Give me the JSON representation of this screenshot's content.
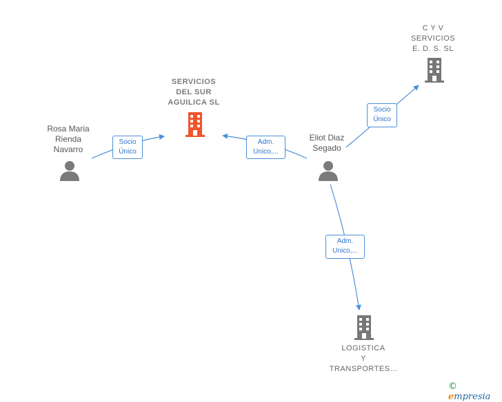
{
  "colors": {
    "edge": "#4a8fd8",
    "person_icon": "#7b7b7b",
    "company_icon": "#777777",
    "main_company_icon": "#f2542d"
  },
  "nodes": {
    "main_company": {
      "label": "SERVICIOS\nDEL SUR\nAGUILICA SL",
      "icon": "building-icon"
    },
    "cyv": {
      "label": "C Y V\nSERVICIOS\nE. D. S. SL",
      "icon": "building-icon"
    },
    "logistica": {
      "label": "LOGISTICA\nY\nTRANSPORTES...",
      "icon": "building-icon"
    },
    "rosa": {
      "label": "Rosa Maria\nRienda\nNavarro",
      "icon": "person-icon"
    },
    "eliot": {
      "label": "Eliot Diaz\nSegado",
      "icon": "person-icon"
    }
  },
  "edges": {
    "rosa_main": "Socio\nÚnico",
    "eliot_main": "Adm.\nUnico,...",
    "eliot_cyv": "Socio\nÚnico",
    "eliot_logistica": "Adm.\nUnico,..."
  },
  "brand": {
    "copyright": "©",
    "name": "mpresia",
    "initial": "e"
  }
}
